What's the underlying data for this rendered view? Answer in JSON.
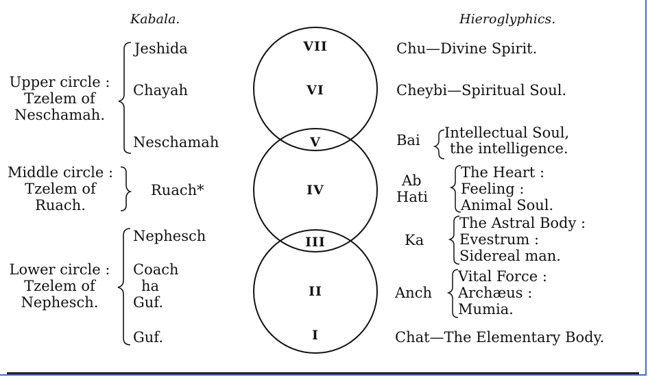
{
  "headers": {
    "kabala": "Kabala.",
    "hieroglyphics": "Hieroglyphics."
  },
  "groups": {
    "upper": [
      "Upper circle :",
      "Tzelem of",
      "Neschamah."
    ],
    "middle": [
      "Middle circle :",
      "Tzelem of",
      "Ruach."
    ],
    "lower": [
      "Lower circle :",
      "Tzelem of",
      "Nephesch."
    ]
  },
  "kabala_terms": {
    "jeshida": "Jeshida",
    "chayah": "Chayah",
    "neschamah": "Neschamah",
    "ruach": "Ruach*",
    "nephesch": "Nephesch",
    "coach": "Coach",
    "ha": "ha",
    "guf1": "Guf.",
    "guf2": "Guf."
  },
  "numerals": [
    "VII",
    "VI",
    "V",
    "IV",
    "III",
    "II",
    "I"
  ],
  "hieroglyphics": {
    "chu": "Chu—Divine Spirit.",
    "cheybi": "Cheybi—Spiritual Soul.",
    "bai_label": "Bai",
    "bai_items": [
      "Intellectual Soul,",
      "the intelligence."
    ],
    "ab_label": "Ab",
    "hati_label": "Hati",
    "abhati_items": [
      "The Heart :",
      "Feeling :",
      "Animal Soul."
    ],
    "ka_label": "Ka",
    "ka_items": [
      "The Astral Body :",
      "Evestrum :",
      "Sidereal man."
    ],
    "anch_label": "Anch",
    "anch_items": [
      "Vital Force :",
      "Archæus :",
      "Mumia."
    ],
    "chat": "Chat—The Elementary Body."
  }
}
